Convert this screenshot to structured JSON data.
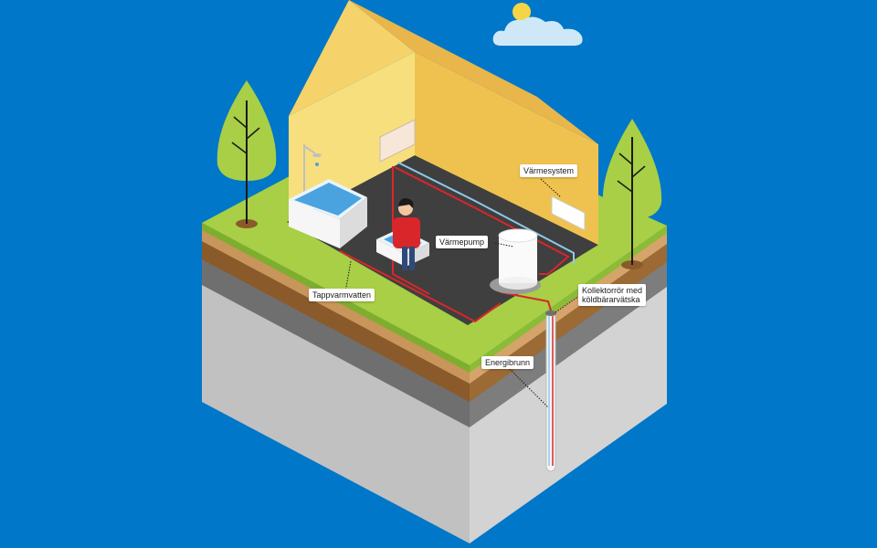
{
  "labels": {
    "varmesystem": "Värmesystem",
    "varmepump": "Värmepump",
    "tappvarmvatten": "Tappvarmvatten",
    "kollektorror_line1": "Kollektorrör med",
    "kollektorror_line2": "köldbärarvätska",
    "energibrunn": "Energibrunn"
  },
  "colors": {
    "background": "#0077c8",
    "grass": "#a8cf45",
    "floor": "#3f3f3f",
    "wall": "#f4d36a",
    "roof": "#f2c94c",
    "pipe_hot": "#d9262b",
    "pipe_cold": "#8fc9e8",
    "soil_brown": "#8a5a2b",
    "bedrock": "#dcdcdc"
  },
  "icons": [
    "sun-icon",
    "cloud-icon",
    "tree-icon",
    "person-icon",
    "bathtub-icon",
    "shower-icon",
    "sink-icon",
    "radiator-icon",
    "heat-pump-icon",
    "borehole-icon"
  ]
}
